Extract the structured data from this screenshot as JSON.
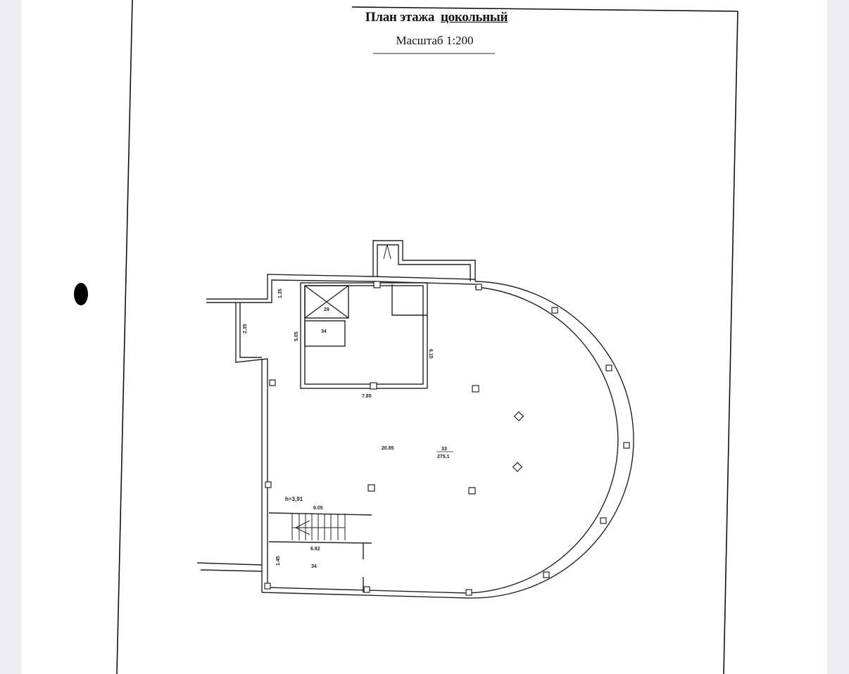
{
  "document": {
    "title_prefix": "План этажа",
    "title_floor": "цокольный",
    "scale": "Масштаб 1:200"
  },
  "plan_labels": {
    "dim_top_left": "1.35",
    "dim_left_corridor": "2.35",
    "dim_core_left": "5.05",
    "dim_core_right": "6.15",
    "dim_core_bottom": "7.85",
    "room_elevator": "29",
    "room_small": "34",
    "main_dim": "20.85",
    "main_room_no": "33",
    "main_room_area": "275.1",
    "ceiling_height": "h=3,91",
    "stair_dim_top": "6.05",
    "stair_dim_bottom": "6.82",
    "room_bottom": "34",
    "dim_bottom_left": "1.45"
  }
}
